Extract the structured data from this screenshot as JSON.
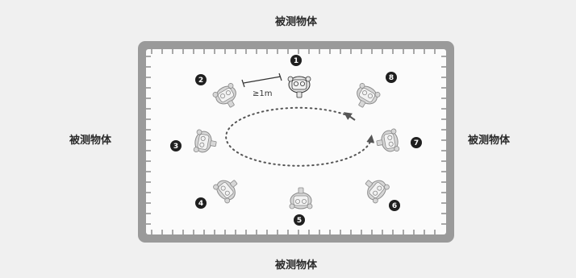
{
  "labels": {
    "top": "被测物体",
    "bottom": "被测物体",
    "left": "被测物体",
    "right": "被测物体"
  },
  "distance_label": "≥1m",
  "positions": [
    "1",
    "2",
    "3",
    "4",
    "5",
    "6",
    "7",
    "8"
  ],
  "colors": {
    "background": "#f0f0f0",
    "frame": "#9a9a9a",
    "inner": "#fbfbfb",
    "badge": "#1f1f1f",
    "path": "#555555",
    "robot": "#cfcfcf"
  }
}
